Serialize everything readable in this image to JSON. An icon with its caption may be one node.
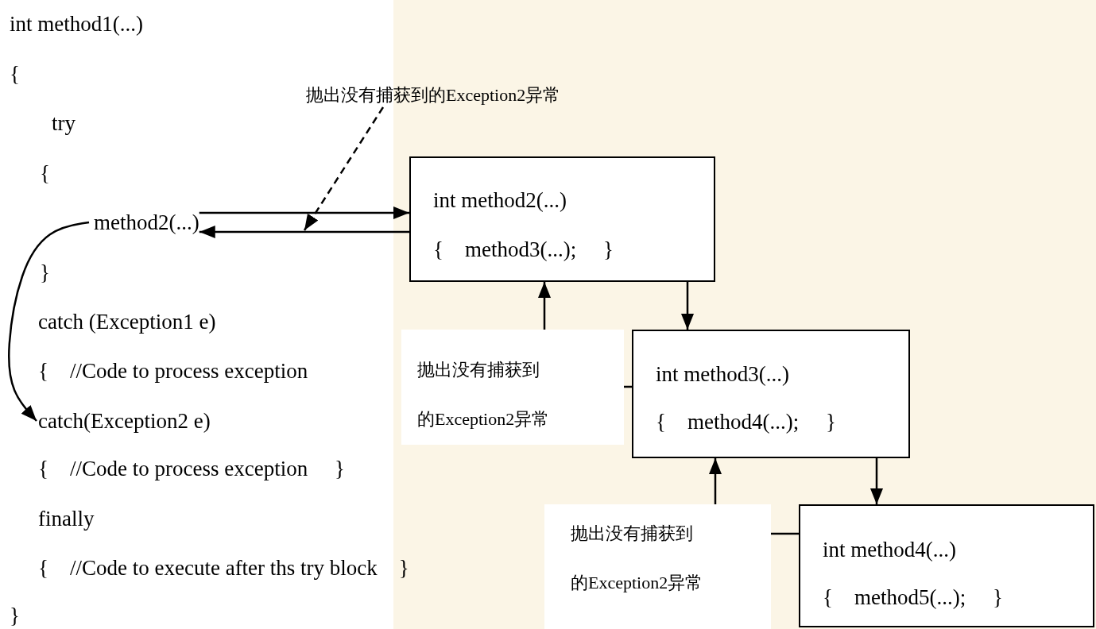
{
  "diagram": {
    "nodes": [
      {
        "text": [
          "method2(...)"
        ]
      },
      {
        "text": [
          "catch(Exception2 e)"
        ]
      },
      {
        "text": [
          "int method2(...)",
          "{    method3(...);     }"
        ]
      },
      {
        "text": [
          "int method3(...)",
          "{    method4(...);     }"
        ]
      },
      {
        "text": [
          "int method4(...)",
          "{    method5(...);     }"
        ]
      },
      {
        "text": [
          "抛出没有捕获到的Exception2异常"
        ]
      },
      {
        "text": [
          "抛出没有捕获到的Exception2异常"
        ]
      },
      {
        "text": [
          "抛出没有捕获到的Exception2异常"
        ]
      }
    ],
    "edges": [
      {
        "from": 0,
        "to": 2,
        "arrow": "to"
      },
      {
        "from": 2,
        "to": 0,
        "arrow": "to"
      },
      {
        "from": 2,
        "to": 3,
        "arrow": "to"
      },
      {
        "from": 6,
        "to": 2,
        "arrow": "to"
      },
      {
        "from": 3,
        "to": 4,
        "arrow": "to"
      },
      {
        "from": 7,
        "to": 3,
        "arrow": "to"
      },
      {
        "from": 0,
        "to": 1,
        "arrow": "to"
      },
      {
        "from": 5,
        "to": null,
        "arrow": "to",
        "style": "dashed"
      },
      {
        "from": 6,
        "to": 3,
        "arrow": "none"
      },
      {
        "from": 7,
        "to": 4,
        "arrow": "none"
      }
    ],
    "labels": [
      "int method1(...)",
      "{",
      "try",
      "{",
      "}",
      "catch (Exception1 e)",
      "{    //Code to process exception",
      "{    //Code to process exception     }",
      "finally",
      "{    //Code to execute after ths try block    }",
      "}"
    ]
  }
}
